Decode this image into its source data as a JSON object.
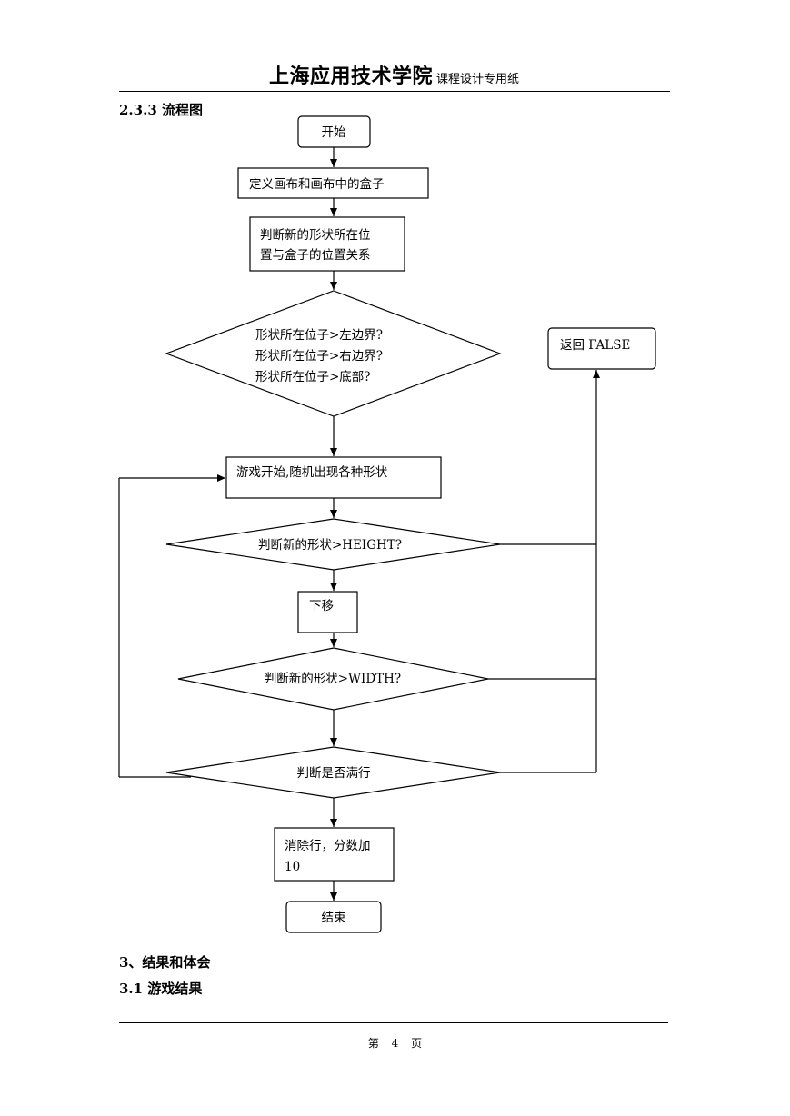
{
  "header": {
    "school": "上海应用技术学院",
    "subtitle": "课程设计专用纸"
  },
  "section_flowchart": "2.3.3 流程图",
  "flowchart": {
    "start": "开始",
    "define": "定义画布和画布中的盒子",
    "judge_position": [
      "判断新的形状所在位",
      "置与盒子的位置关系"
    ],
    "bounds_check": [
      "形状所在位子>左边界?",
      "形状所在位子>右边界?",
      "形状所在位子>底部?"
    ],
    "return_false": "返回 FALSE",
    "game_start": "游戏开始,随机出现各种形状",
    "height_check": "判断新的形状>HEIGHT?",
    "move_down": "下移",
    "width_check": "判断新的形状>WIDTH?",
    "full_row_check": "判断是否满行",
    "clear_row": [
      "消除行，分数加",
      "10"
    ],
    "end": "结束"
  },
  "section_results": "3、结果和体会",
  "section_game_results": "3.1 游戏结果",
  "footer": {
    "page_label": "第 4 页"
  }
}
